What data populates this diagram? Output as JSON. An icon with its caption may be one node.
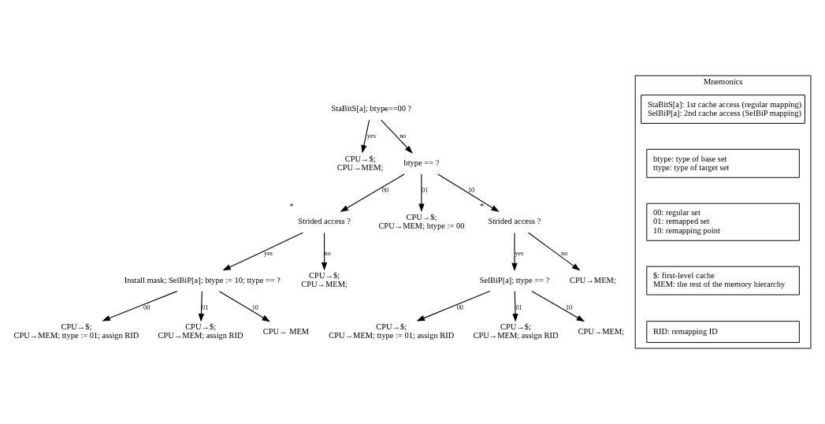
{
  "diagram": {
    "nodes": [
      {
        "text": [
          "StaBitS[a]; btype==00 ?"
        ]
      },
      {
        "text": [
          "CPU→$;",
          "CPU→MEM;"
        ]
      },
      {
        "text": [
          "btype == ?"
        ]
      },
      {
        "text": [
          "Strided access ?"
        ],
        "beside": [
          "*"
        ]
      },
      {
        "text": [
          "CPU→$;",
          "CPU→MEM; btype := 00"
        ]
      },
      {
        "text": [
          "Strided access ?"
        ],
        "beside": [
          "*"
        ]
      },
      {
        "text": [
          "Install mask; SelBiP[a]; btype := 10; ttype == ?"
        ]
      },
      {
        "text": [
          "CPU→$;",
          "CPU→MEM;"
        ]
      },
      {
        "text": [
          "SelBiP[a]; ttype == ?"
        ]
      },
      {
        "text": [
          "CPU→MEM;"
        ]
      },
      {
        "text": [
          "CPU→$;",
          "CPU→MEM; ttype := 01; assign RID"
        ]
      },
      {
        "text": [
          "CPU→$;",
          "CPU→MEM; assign RID"
        ]
      },
      {
        "text": [
          "CPU→ MEM"
        ]
      },
      {
        "text": [
          "CPU→$;",
          "CPU→MEM; ttype := 01; assign RID"
        ]
      },
      {
        "text": [
          "CPU→$;",
          "CPU→MEM; assign RID"
        ]
      },
      {
        "text": [
          "CPU→MEM;"
        ]
      },
      {
        "text": [
          "Mnemonics"
        ]
      },
      {
        "text": [
          "StaBitS[a]: 1st cache access (regular mapping)",
          "SelBiP[a]: 2nd cache access (SelBiP mapping)"
        ],
        "in": 16
      },
      {
        "text": [
          "btype: type of base set",
          "ttype: type of target set"
        ],
        "in": 16
      },
      {
        "text": [
          "00: regular set",
          "01: remapped set",
          "10: remapping point"
        ],
        "in": 16
      },
      {
        "text": [
          "$: first-level cache",
          "MEM: the rest of the memory hierarchy"
        ],
        "in": 16
      },
      {
        "text": [
          "RID: remapping ID"
        ],
        "in": 16
      }
    ],
    "edges": [
      {
        "from": 0,
        "to": 1,
        "arrow": "to",
        "label": "yes"
      },
      {
        "from": 0,
        "to": 2,
        "arrow": "to",
        "label": "no"
      },
      {
        "from": 2,
        "to": 3,
        "arrow": "to",
        "label": "00"
      },
      {
        "from": 2,
        "to": 4,
        "arrow": "to",
        "label": "01"
      },
      {
        "from": 2,
        "to": 5,
        "arrow": "to",
        "label": "10"
      },
      {
        "from": 3,
        "to": 6,
        "arrow": "to",
        "label": "yes"
      },
      {
        "from": 3,
        "to": 7,
        "arrow": "to",
        "label": "no"
      },
      {
        "from": 5,
        "to": 8,
        "arrow": "to",
        "label": "yes"
      },
      {
        "from": 5,
        "to": 9,
        "arrow": "to",
        "label": "no"
      },
      {
        "from": 6,
        "to": 10,
        "arrow": "to",
        "label": "00"
      },
      {
        "from": 6,
        "to": 11,
        "arrow": "to",
        "label": "01"
      },
      {
        "from": 6,
        "to": 12,
        "arrow": "to",
        "label": "10"
      },
      {
        "from": 8,
        "to": 13,
        "arrow": "to",
        "label": "00"
      },
      {
        "from": 8,
        "to": 14,
        "arrow": "to",
        "label": "01"
      },
      {
        "from": 8,
        "to": 15,
        "arrow": "to",
        "label": "10"
      }
    ]
  }
}
